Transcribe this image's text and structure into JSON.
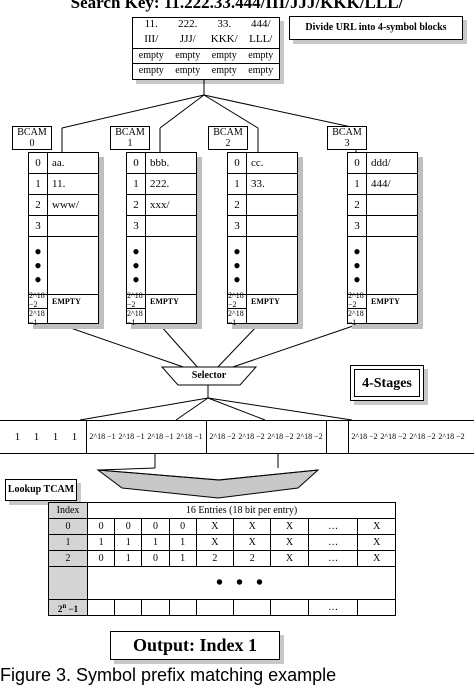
{
  "title": "Search Key: 11.222.33.444/III/JJJ/KKK/LLL/",
  "note": "Divide URL into 4-symbol blocks",
  "key_blocks": [
    [
      "11.",
      "222.",
      "33.",
      "444/"
    ],
    [
      "III/",
      "JJJ/",
      "KKK/",
      "LLL/"
    ],
    [
      "empty",
      "empty",
      "empty",
      "empty"
    ],
    [
      "empty",
      "empty",
      "empty",
      "empty"
    ]
  ],
  "bcams": [
    {
      "label": "BCAM",
      "num": "0",
      "rows": [
        [
          "0",
          "aa."
        ],
        [
          "1",
          "11."
        ],
        [
          "2",
          "www/"
        ],
        [
          "3",
          ""
        ]
      ],
      "last_idx_top": "2^18 −2",
      "last_idx_bot": "2^18 −1",
      "last_val": "EMPTY"
    },
    {
      "label": "BCAM",
      "num": "1",
      "rows": [
        [
          "0",
          "bbb."
        ],
        [
          "1",
          "222."
        ],
        [
          "2",
          "xxx/"
        ],
        [
          "3",
          ""
        ]
      ],
      "last_idx_top": "2^18 −2",
      "last_idx_bot": "2^18 −1",
      "last_val": "EMPTY"
    },
    {
      "label": "BCAM",
      "num": "2",
      "rows": [
        [
          "0",
          "cc."
        ],
        [
          "1",
          "33."
        ],
        [
          "2",
          ""
        ],
        [
          "3",
          ""
        ]
      ],
      "last_idx_top": "2^18 −2",
      "last_idx_bot": "2^18 −1",
      "last_val": "EMPTY"
    },
    {
      "label": "BCAM",
      "num": "3",
      "rows": [
        [
          "0",
          "ddd/"
        ],
        [
          "1",
          "444/"
        ],
        [
          "2",
          ""
        ],
        [
          "3",
          ""
        ]
      ],
      "last_idx_top": "2^18 −2",
      "last_idx_bot": "2^18 −1",
      "last_val": "EMPTY"
    }
  ],
  "selector": "Selector",
  "stages": "4-Stages",
  "bus": {
    "ones": [
      "1",
      "1",
      "1",
      "1"
    ],
    "minus1": [
      "2^18 −1",
      "2^18 −1",
      "2^18 −1",
      "2^18 −1"
    ],
    "minus2a": [
      "2^18 −2",
      "2^18 −2",
      "2^18 −2",
      "2^18 −2"
    ],
    "minus2b": [
      "2^18 −2",
      "2^18 −2",
      "2^18 −2",
      "2^18 −2"
    ]
  },
  "lookup": "Lookup TCAM",
  "tcam": {
    "header_index": "Index",
    "header_entries": "16 Entries (18 bit per entry)",
    "rows": [
      {
        "idx": "0",
        "cells": [
          "0",
          "0",
          "0",
          "0",
          "X",
          "X",
          "X",
          "…",
          "X"
        ]
      },
      {
        "idx": "1",
        "cells": [
          "1",
          "1",
          "1",
          "1",
          "X",
          "X",
          "X",
          "…",
          "X"
        ]
      },
      {
        "idx": "2",
        "cells": [
          "0",
          "1",
          "0",
          "1",
          "2",
          "2",
          "X",
          "…",
          "X"
        ]
      }
    ],
    "dots": "• • •",
    "last_idx": "2^n −1",
    "last_ellipsis": "…"
  },
  "output": "Output: Index 1",
  "caption": "Figure 3. Symbol prefix matching example"
}
